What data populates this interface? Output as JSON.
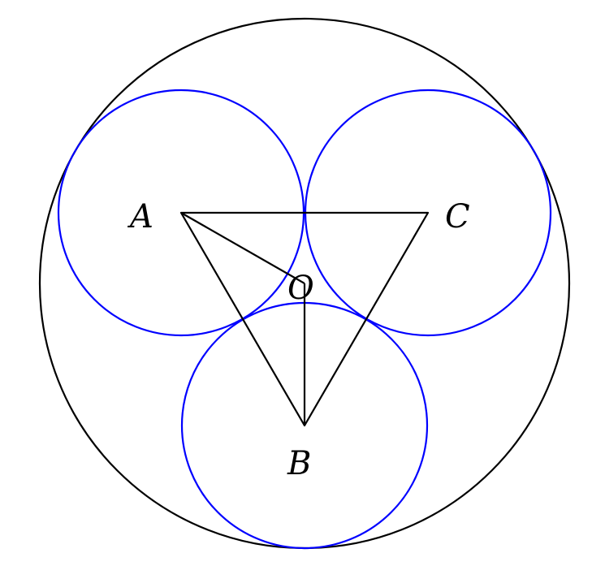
{
  "diagram": {
    "points": {
      "A": "A",
      "B": "B",
      "C": "C",
      "O": "O"
    },
    "colors": {
      "outer_circle": "#000000",
      "inner_circles": "#0000ff",
      "lines": "#000000"
    }
  }
}
